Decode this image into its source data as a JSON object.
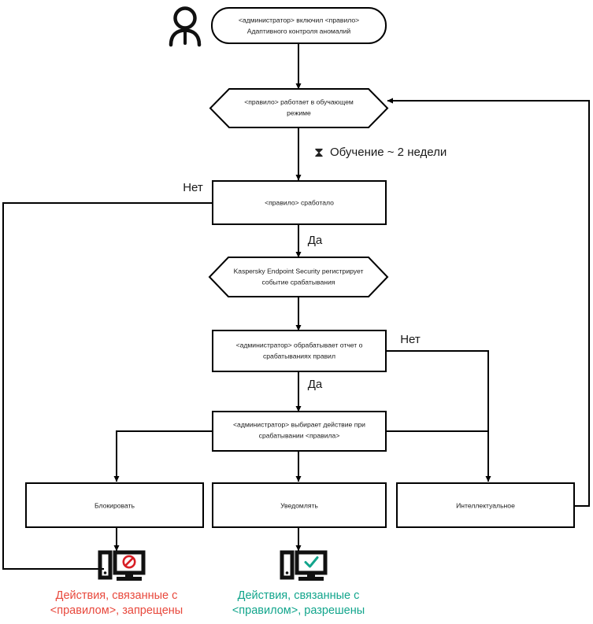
{
  "diagram": {
    "title": "Adaptive Anomaly Control rule workflow",
    "actor_icon": "person-icon",
    "colors": {
      "denied": "#e8483c",
      "allowed": "#12a58c",
      "stroke": "#000000",
      "background": "#ffffff"
    },
    "nodes": {
      "start": {
        "shape": "rounded-rectangle",
        "line1": "<администратор> включил <правило>",
        "line2": "Адаптивного контроля аномалий"
      },
      "learning_mode": {
        "shape": "hexagon",
        "line1": "<правило>  работает в обучающем",
        "line2": "режиме"
      },
      "rule_triggered": {
        "shape": "rectangle",
        "line1": "<правило> сработало"
      },
      "kes_registers": {
        "shape": "hexagon",
        "line1": "Kaspersky Endpoint Security регистрирует",
        "line2": "событие срабатывания"
      },
      "admin_processes_report": {
        "shape": "rectangle",
        "line1": "<администратор> обрабатывает отчет о",
        "line2": "срабатываниях правил"
      },
      "admin_selects_action": {
        "shape": "rectangle",
        "line1": "<администратор> выбирает действие при",
        "line2": "срабатывании <правила>"
      },
      "action_block": {
        "shape": "rectangle",
        "line1": "Блокировать"
      },
      "action_notify": {
        "shape": "rectangle",
        "line1": "Уведомлять"
      },
      "action_smart": {
        "shape": "rectangle",
        "line1": "Интеллектуальное"
      }
    },
    "edge_labels": {
      "no_from_triggered": "Нет",
      "yes_from_triggered": "Да",
      "no_from_report": "Нет",
      "yes_from_report": "Да"
    },
    "timer": {
      "icon": "hourglass-icon",
      "glyph": "⧗",
      "label": "Обучение ~ 2 недели"
    },
    "outcomes": {
      "denied": {
        "icon": "monitor-blocked-icon",
        "line1": "Действия, связанные с",
        "line2": "<правилом>, запрещены"
      },
      "allowed": {
        "icon": "monitor-allowed-icon",
        "line1": "Действия, связанные с",
        "line2": "<правилом>, разрешены"
      }
    }
  }
}
